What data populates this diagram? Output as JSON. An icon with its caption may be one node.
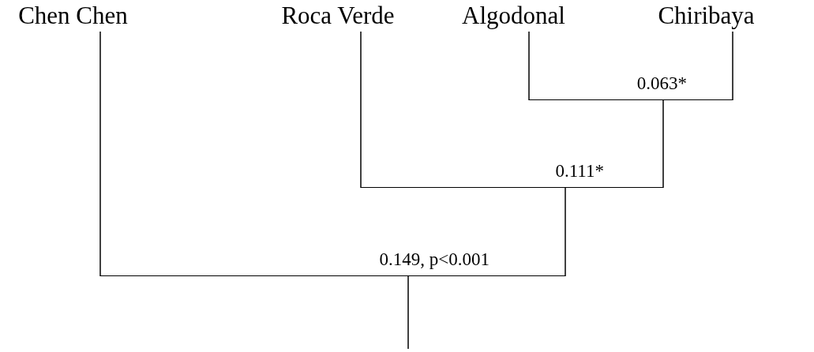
{
  "diagram": {
    "nodes": [
      {
        "text": [
          "Chen Chen"
        ]
      },
      {
        "text": [
          "Roca Verde"
        ]
      },
      {
        "text": [
          "Algodonal"
        ]
      },
      {
        "text": [
          "Chiribaya"
        ]
      },
      {
        "text": [
          "0.063*"
        ]
      },
      {
        "text": [
          "0.111*"
        ]
      },
      {
        "text": [
          "0.149, p<0.001"
        ]
      }
    ],
    "edges": [
      {
        "from": 2,
        "to": 4,
        "arrow": "none"
      },
      {
        "from": 3,
        "to": 4,
        "arrow": "none"
      },
      {
        "from": 1,
        "to": 5,
        "arrow": "none"
      },
      {
        "from": 4,
        "to": 5,
        "arrow": "none"
      },
      {
        "from": 0,
        "to": 6,
        "arrow": "none"
      },
      {
        "from": 5,
        "to": 6,
        "arrow": "none"
      },
      {
        "from": 6,
        "to": null,
        "arrow": "none"
      }
    ]
  }
}
